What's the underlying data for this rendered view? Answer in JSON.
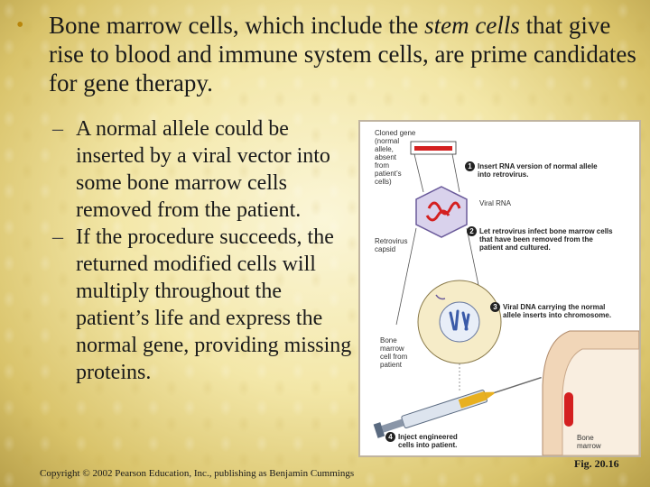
{
  "main_bullet": {
    "text_before": "Bone marrow cells, which include the ",
    "text_italic": "stem cells",
    "text_after": " that give rise to blood and immune system cells, are prime candidates for gene therapy."
  },
  "sub_bullets": [
    "A normal allele could be inserted by a viral vector into some bone marrow cells removed from the patient.",
    "If the procedure succeeds, the returned modified cells will multiply throughout the patient’s life and express the normal gene, providing missing proteins."
  ],
  "figure": {
    "cloned_gene": [
      "Cloned gene",
      "(normal",
      "allele,",
      "absent",
      "from",
      "patient’s",
      "cells)"
    ],
    "viral_rna": "Viral RNA",
    "retrovirus_capsid": [
      "Retrovirus",
      "capsid"
    ],
    "bone_marrow_cell": [
      "Bone",
      "marrow",
      "cell from",
      "patient"
    ],
    "bone_marrow": [
      "Bone",
      "marrow"
    ],
    "steps": [
      {
        "num": "1",
        "lines": [
          "Insert RNA version of normal allele",
          "into retrovirus."
        ]
      },
      {
        "num": "2",
        "lines": [
          "Let retrovirus infect bone marrow cells",
          "that have been removed from the",
          "patient and cultured."
        ]
      },
      {
        "num": "3",
        "lines": [
          "Viral DNA carrying the normal",
          "allele inserts into chromosome."
        ]
      },
      {
        "num": "4",
        "lines": [
          "Inject engineered",
          "cells into patient."
        ]
      }
    ]
  },
  "copyright": "Copyright © 2002 Pearson Education, Inc., publishing as Benjamin Cummings",
  "fig_ref": "Fig. 20.16",
  "colors": {
    "bullet": "#b8860b",
    "gene_red": "#d42020",
    "syringe": "#e8b020",
    "cell_fill": "#f6ecc8"
  }
}
